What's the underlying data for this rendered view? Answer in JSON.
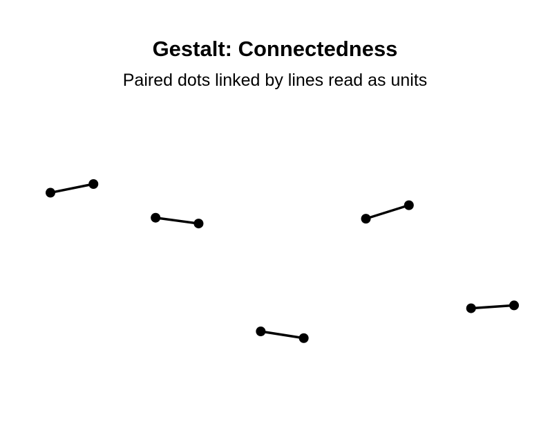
{
  "title": "Gestalt: Connectedness",
  "subtitle": "Paired dots linked by lines read as units",
  "colors": {
    "background": "#ffffff",
    "ink": "#000000"
  },
  "chart_data": {
    "type": "scatter",
    "grid": false,
    "axes_visible": false,
    "xlim": [
      0,
      1
    ],
    "ylim": [
      0,
      1
    ],
    "pairs": [
      {
        "a": {
          "x": 0.0,
          "y": 0.72
        },
        "b": {
          "x": 0.09,
          "y": 0.765
        }
      },
      {
        "a": {
          "x": 0.22,
          "y": 0.59
        },
        "b": {
          "x": 0.31,
          "y": 0.56
        }
      },
      {
        "a": {
          "x": 0.44,
          "y": 0.0
        },
        "b": {
          "x": 0.53,
          "y": -0.035
        }
      },
      {
        "a": {
          "x": 0.66,
          "y": 0.585
        },
        "b": {
          "x": 0.75,
          "y": 0.655
        }
      },
      {
        "a": {
          "x": 0.88,
          "y": 0.12
        },
        "b": {
          "x": 0.97,
          "y": 0.135
        }
      }
    ]
  }
}
